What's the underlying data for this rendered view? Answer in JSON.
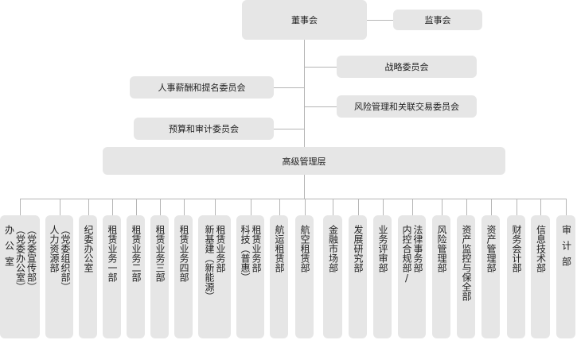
{
  "board": "董事会",
  "supervisors": "监事会",
  "committees": {
    "strategy": "战略委员会",
    "hr_compensation": "人事薪酬和提名委员会",
    "risk_related": "风险管理和关联交易委员会",
    "budget_audit": "预算和审计委员会"
  },
  "senior_management": "高级管理层",
  "departments": [
    {
      "cols": [
        "办公室",
        "（党委办公室）",
        "（党委宣传部）"
      ]
    },
    {
      "cols": [
        "人力资源部",
        "（党委组织部）"
      ]
    },
    {
      "cols": [
        "纪委办公室"
      ]
    },
    {
      "cols": [
        "租赁业务一部"
      ]
    },
    {
      "cols": [
        "租赁业务二部"
      ]
    },
    {
      "cols": [
        "租赁业务三部"
      ]
    },
    {
      "cols": [
        "租赁业务四部"
      ]
    },
    {
      "cols": [
        "新基建（新能源）",
        "租赁业务部"
      ]
    },
    {
      "cols": [
        "科技（普惠）",
        "租赁业务部"
      ]
    },
    {
      "cols": [
        "航运租赁部"
      ]
    },
    {
      "cols": [
        "航空租赁部"
      ]
    },
    {
      "cols": [
        "金融市场部"
      ]
    },
    {
      "cols": [
        "发展研究部"
      ]
    },
    {
      "cols": [
        "业务评审部"
      ]
    },
    {
      "cols": [
        "内控合规部/",
        "法律事务部"
      ]
    },
    {
      "cols": [
        "风险管理部"
      ]
    },
    {
      "cols": [
        "资产监控与保全部"
      ]
    },
    {
      "cols": [
        "资产管理部"
      ]
    },
    {
      "cols": [
        "财务会计部"
      ]
    },
    {
      "cols": [
        "信息技术部"
      ]
    },
    {
      "cols": [
        "审计部"
      ]
    }
  ]
}
